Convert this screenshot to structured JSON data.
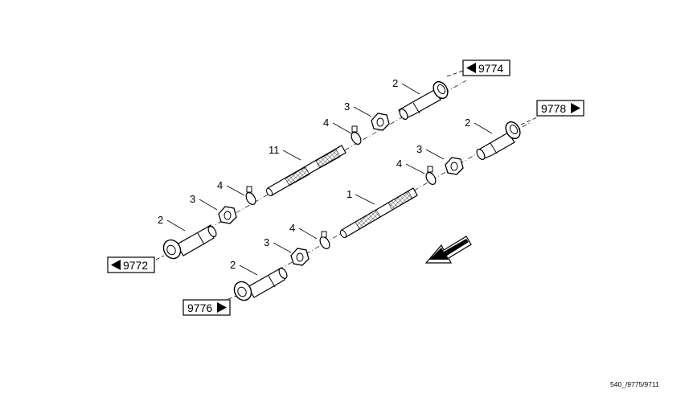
{
  "diagram": {
    "drawing_code": "540_/9775/9711",
    "references": {
      "upper_right": "9774",
      "right": "9778",
      "left": "9772",
      "bottom": "9776"
    },
    "callouts": {
      "upper_fitting": "2",
      "upper_nut": "3",
      "upper_clamp": "4",
      "upper_hose": "11",
      "upper_left_clamp": "4",
      "upper_left_nut": "3",
      "upper_left_fitting": "2",
      "lower_right_fitting": "2",
      "lower_right_nut": "3",
      "lower_right_clamp": "4",
      "lower_hose": "1",
      "lower_left_clamp": "4",
      "lower_left_nut": "3",
      "lower_left_fitting": "2"
    },
    "icons": [
      "ref-arrow-left-icon",
      "ref-arrow-right-icon",
      "flow-direction-arrow-icon"
    ]
  }
}
